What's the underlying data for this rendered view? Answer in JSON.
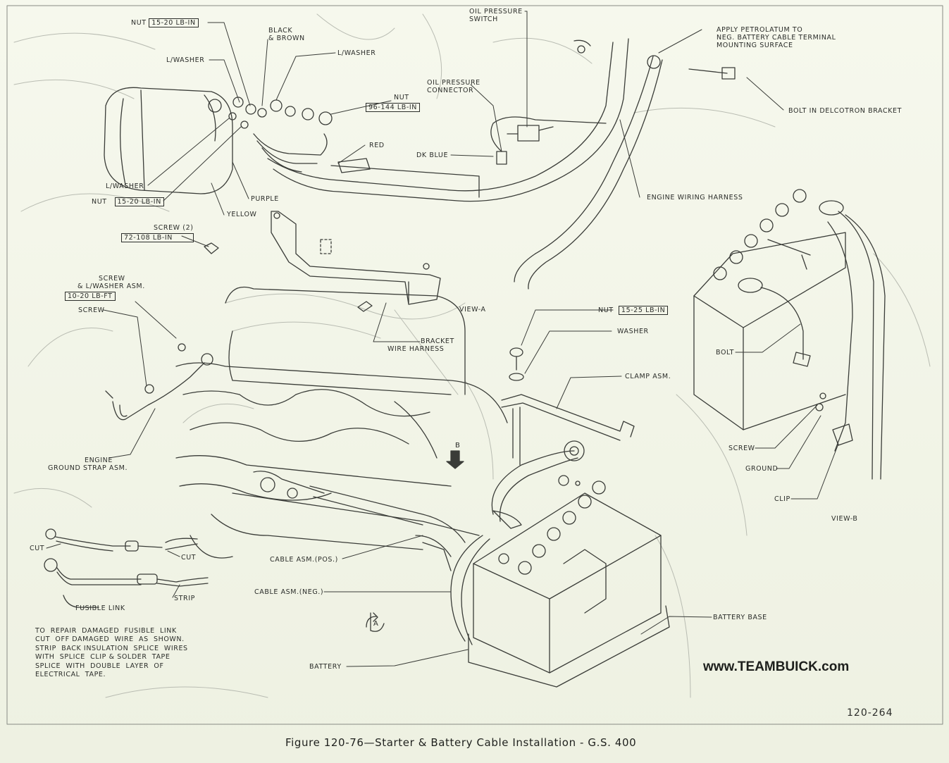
{
  "figure": {
    "caption": "Figure 120-76—Starter & Battery Cable Installation - G.S. 400",
    "figure_number": "120-264",
    "watermark": "www.TEAMBUICK.com"
  },
  "callouts": {
    "nut_top": "NUT",
    "nut_top_torque": "15-20 LB-IN",
    "black_brown_1": "BLACK",
    "black_brown_2": "& BROWN",
    "l_washer_left": "L/WASHER",
    "l_washer_center": "L/WASHER",
    "oil_pressure_switch_1": "OIL PRESSURE",
    "oil_pressure_switch_2": "SWITCH",
    "apply_1": "APPLY          PETROLATUM TO",
    "apply_2": "NEG. BATTERY  CABLE  TERMINAL",
    "apply_3": "MOUNTING  SURFACE",
    "bolt_delcotron": "BOLT  IN DELCOTRON  BRACKET",
    "nut_mid": "NUT",
    "nut_mid_torque": "96-144 LB-IN",
    "oil_pressure_connector_1": "OIL PRESSURE",
    "oil_pressure_connector_2": "CONNECTOR",
    "red": "RED",
    "dk_blue": "DK BLUE",
    "engine_wiring_harness": "ENGINE WIRING HARNESS",
    "l_washer_lower": "L/WASHER",
    "nut_lower": "NUT",
    "nut_lower_torque": "15-20 LB-IN",
    "purple": "PURPLE",
    "yellow": "YELLOW",
    "screw_2": "SCREW (2)",
    "screw_2_torque": "72-108 LB-IN",
    "screw_lwasher_1": "SCREW",
    "screw_lwasher_2": "& L/WASHER ASM.",
    "screw_lwasher_torque": "10-20 LB-FT",
    "screw": "SCREW",
    "view_a": "VIEW-A",
    "bracket_1": "BRACKET",
    "bracket_2": "WIRE  HARNESS",
    "nut_clamp": "NUT",
    "nut_clamp_torque": "15-25 LB-IN",
    "washer": "WASHER",
    "clamp_asm": "CLAMP  ASM.",
    "engine_ground_1": "ENGINE",
    "engine_ground_2": "GROUND STRAP ASM.",
    "view_b_marker": "B",
    "view_a_marker": "A",
    "bolt_vb": "BOLT",
    "screw_vb": "SCREW",
    "ground_vb": "GROUND",
    "clip_vb": "CLIP",
    "view_b": "VIEW-B",
    "cut_1": "CUT",
    "cut_2": "CUT",
    "strip": "STRIP",
    "fusible_link": "FUSIBLE  LINK",
    "cable_pos": "CABLE  ASM.(POS.)",
    "cable_neg": "CABLE  ASM.(NEG.)",
    "battery_base": "BATTERY  BASE",
    "battery": "BATTERY"
  },
  "repair_note": "TO  REPAIR  DAMAGED  FUSIBLE  LINK\nCUT  OFF DAMAGED  WIRE  AS  SHOWN.\nSTRIP  BACK INSULATION  SPLICE  WIRES\nWITH  SPLICE  CLIP & SOLDER  TAPE\nSPLICE  WITH  DOUBLE  LAYER  OF\nELECTRICAL  TAPE.",
  "colors": {
    "ink": "#2b2d2a",
    "paper": "#f4f6ea"
  }
}
